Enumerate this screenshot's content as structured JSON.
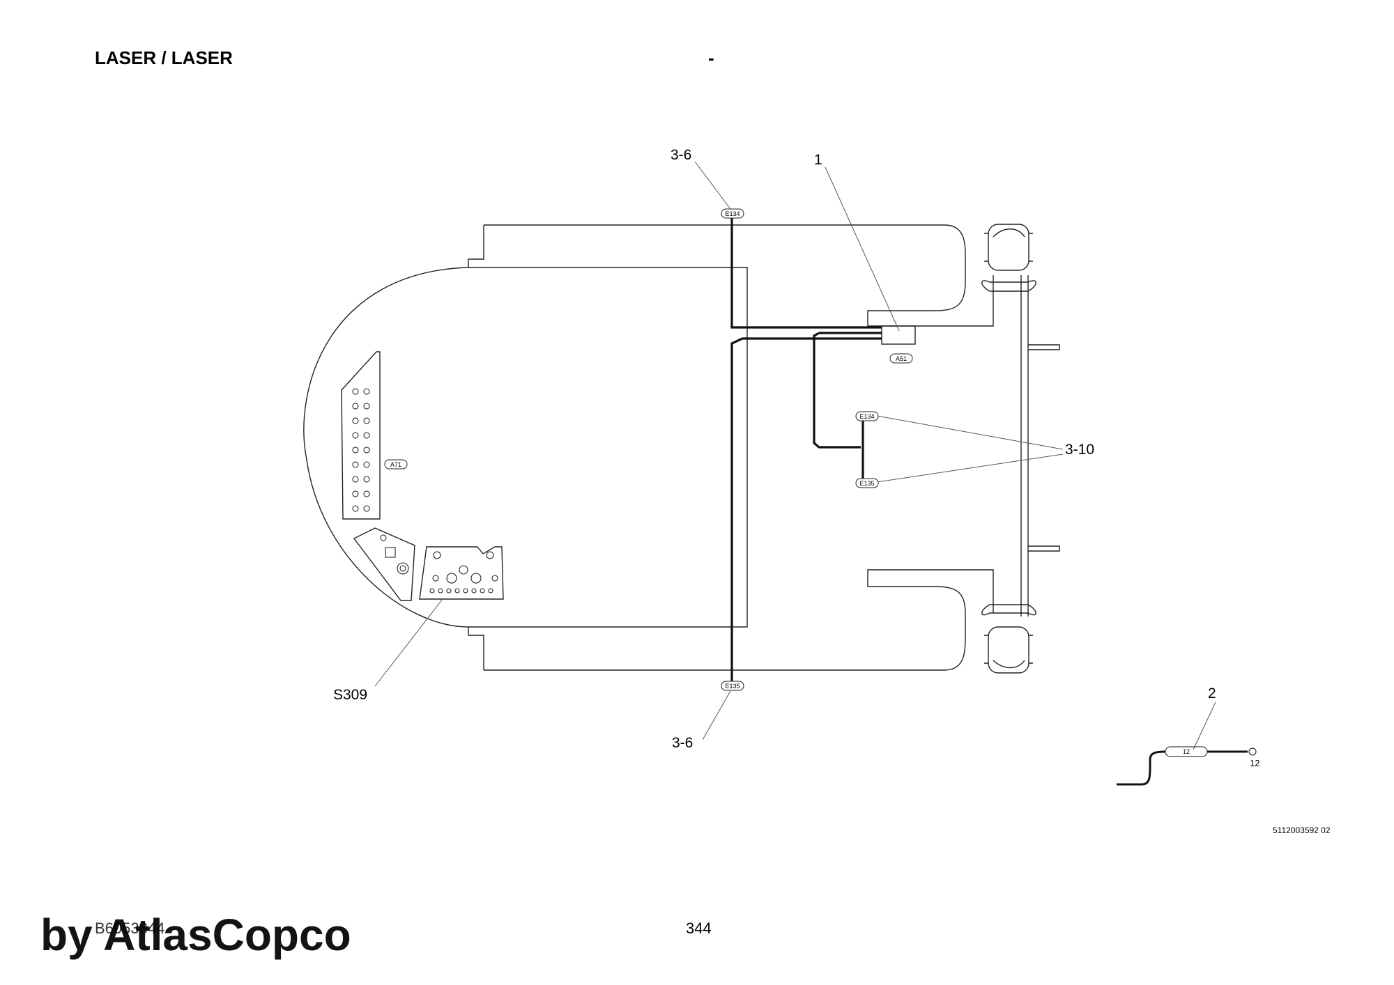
{
  "header": {
    "title": "LASER / LASER",
    "dash": "-"
  },
  "callouts": {
    "c_1": "1",
    "c_2": "2",
    "c_3_6_top": "3-6",
    "c_3_6_bottom": "3-6",
    "c_3_10": "3-10",
    "c_s309": "S309"
  },
  "tags": {
    "e134_top": "E134",
    "e135_bottom": "E135",
    "a51": "A51",
    "e134_right": "E134",
    "e135_right": "E135",
    "a71": "A71"
  },
  "detail": {
    "number_inline": "12",
    "number_label": "12"
  },
  "footer": {
    "doc_number": "5112003592 02",
    "page": "344",
    "code": "B6053844",
    "watermark": "by AtlasCopco"
  }
}
